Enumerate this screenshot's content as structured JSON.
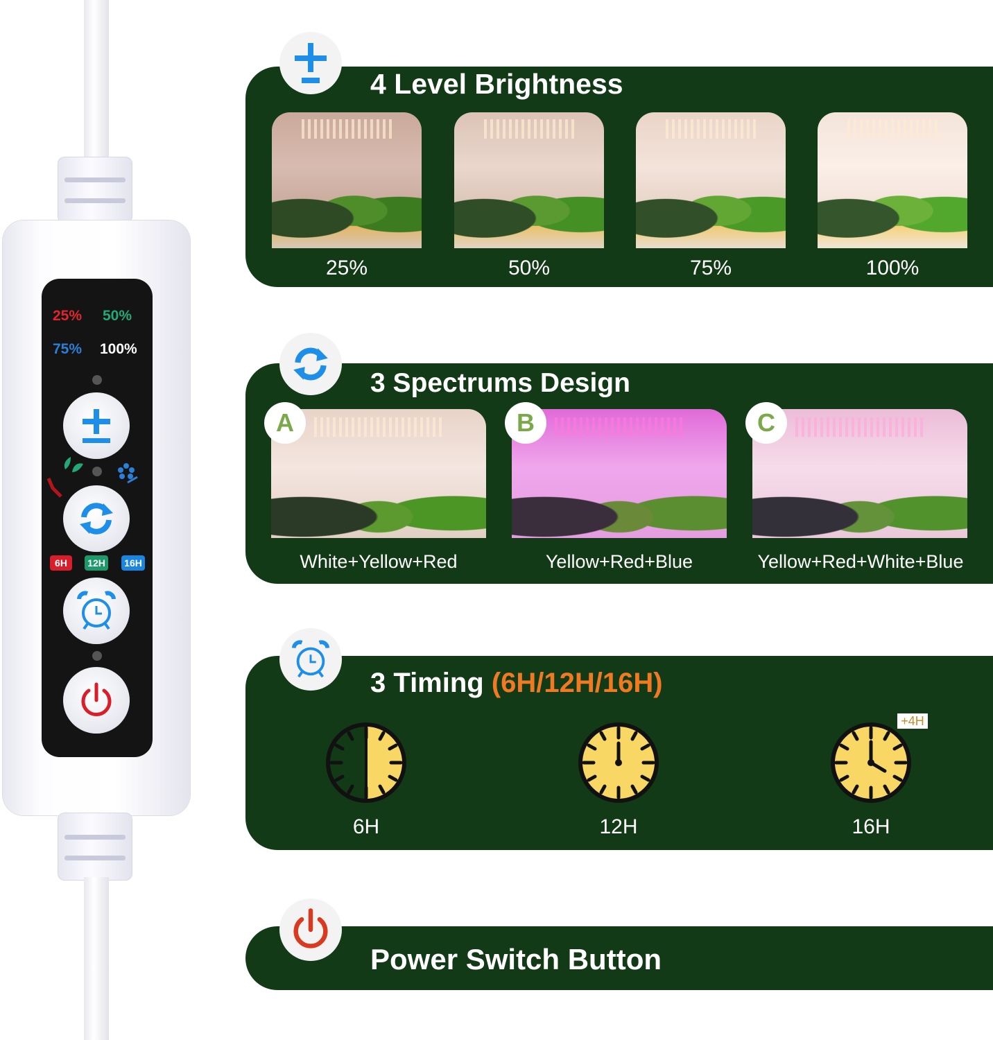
{
  "controller": {
    "brightness_labels": [
      {
        "text": "25%",
        "color": "#e0262c"
      },
      {
        "text": "50%",
        "color": "#23a877"
      },
      {
        "text": "75%",
        "color": "#2b7fd6"
      },
      {
        "text": "100%",
        "color": "#ffffff"
      }
    ],
    "timer_badges": [
      {
        "text": "6H",
        "color": "#d81e2b"
      },
      {
        "text": "12H",
        "color": "#1d9a6c"
      },
      {
        "text": "16H",
        "color": "#1a86e0"
      }
    ],
    "buttons": [
      "brightness",
      "spectrum",
      "timer",
      "power"
    ]
  },
  "colors": {
    "band_bg": "#123a16",
    "accent_blue": "#1e8fe8",
    "accent_orange": "#f07a22",
    "power_red": "#d93a1f",
    "clock_yellow": "#f9d765",
    "letter_green": "#7aa94a"
  },
  "sections": {
    "brightness": {
      "title": "4 Level Brightness",
      "icon": "plus-minus-icon",
      "levels": [
        "25%",
        "50%",
        "75%",
        "100%"
      ]
    },
    "spectrum": {
      "title": "3 Spectrums Design",
      "icon": "refresh-icon",
      "modes": [
        {
          "letter": "A",
          "label": "White+Yellow+Red"
        },
        {
          "letter": "B",
          "label": "Yellow+Red+Blue"
        },
        {
          "letter": "C",
          "label": "Yellow+Red+White+Blue"
        }
      ]
    },
    "timing": {
      "title": "3 Timing ",
      "title_highlight": "(6H/12H/16H)",
      "icon": "alarm-clock-icon",
      "clocks": [
        {
          "label": "6H"
        },
        {
          "label": "12H"
        },
        {
          "label": "16H",
          "badge": "+4H"
        }
      ]
    },
    "power": {
      "title": "Power Switch Button",
      "icon": "power-icon"
    }
  }
}
